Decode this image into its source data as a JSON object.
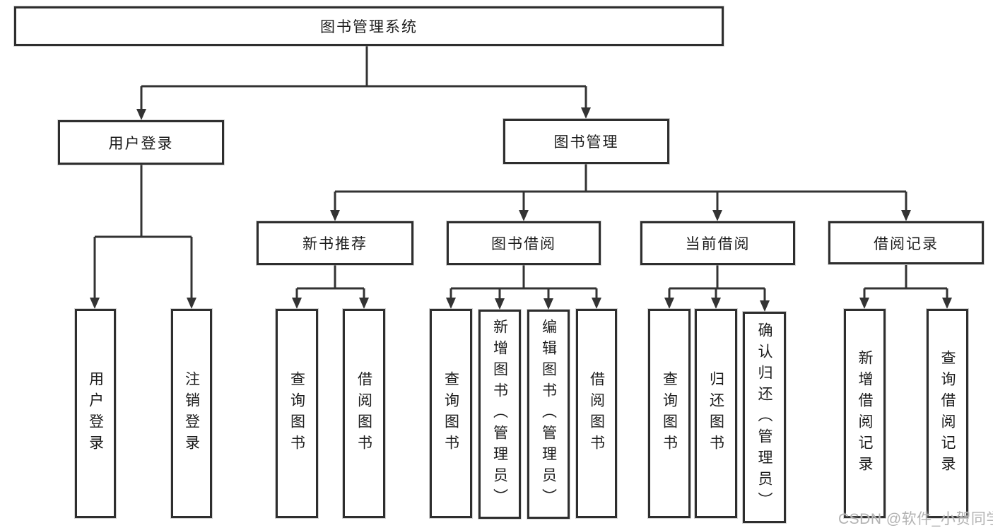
{
  "diagram": {
    "root": {
      "label": "图书管理系统"
    },
    "branches": {
      "user_login": {
        "label": "用户登录"
      },
      "book_management": {
        "label": "图书管理"
      }
    },
    "modules": {
      "new_book": {
        "label": "新书推荐"
      },
      "book_borrow": {
        "label": "图书借阅"
      },
      "current_borrow": {
        "label": "当前借阅"
      },
      "borrow_record": {
        "label": "借阅记录"
      }
    },
    "leaves": {
      "user_login_leaf": {
        "label": "用户登录"
      },
      "logout": {
        "label": "注销登录"
      },
      "nb_query": {
        "label": "查询图书"
      },
      "nb_borrow": {
        "label": "借阅图书"
      },
      "bb_query": {
        "label": "查询图书"
      },
      "bb_add": {
        "label": "新增图书（管理员）"
      },
      "bb_edit": {
        "label": "编辑图书（管理员）"
      },
      "bb_borrow": {
        "label": "借阅图书"
      },
      "cb_query": {
        "label": "查询图书"
      },
      "cb_return": {
        "label": "归还图书"
      },
      "cb_confirm": {
        "label": "确认归还（管理员）"
      },
      "br_add": {
        "label": "新增借阅记录"
      },
      "br_query": {
        "label": "查询借阅记录"
      }
    },
    "watermark": "CSDN @软件_小贺同学",
    "colors": {
      "line": "#333333",
      "border": "#2e2e2e",
      "text": "#1d1d1d",
      "watermark": "#b3b3b3",
      "background": "#ffffff"
    }
  }
}
